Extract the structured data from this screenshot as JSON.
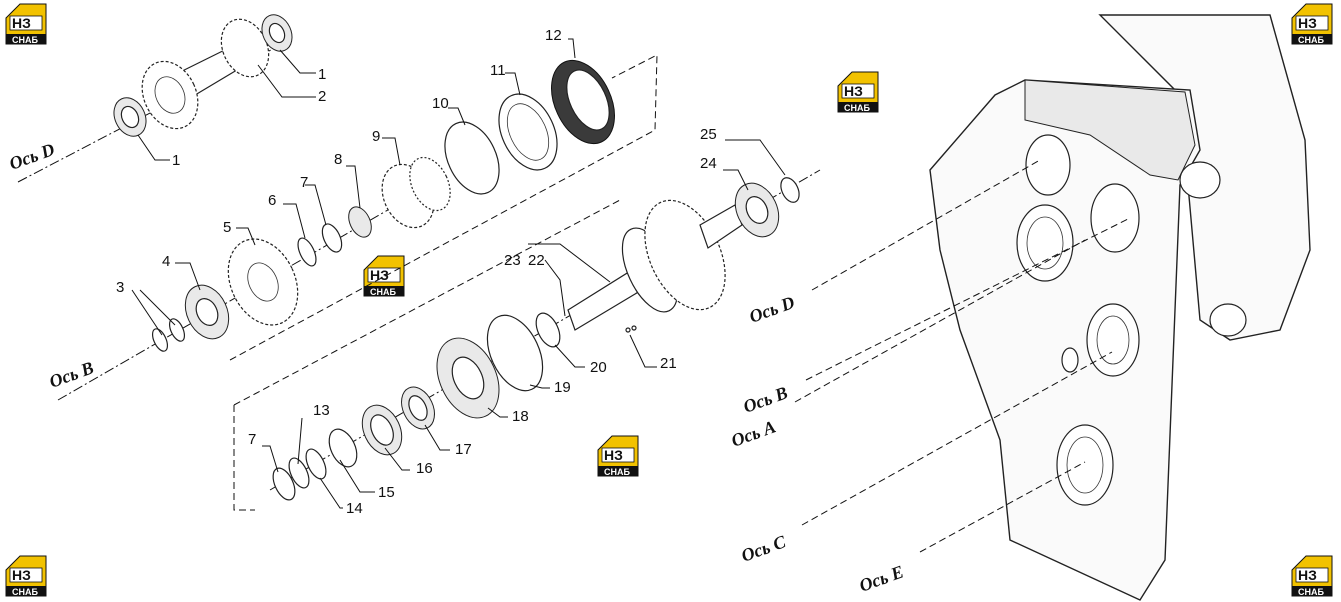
{
  "logo": {
    "mark": "НЗ",
    "sub": "СНАБ",
    "brand_color": "#f2c200"
  },
  "axes": {
    "d_left": "Ось D",
    "b_left": "Ось B",
    "d_right": "Ось D",
    "b_right": "Ось B",
    "a_right": "Ось A",
    "c_right": "Ось C",
    "e_right": "Ось E"
  },
  "callouts": {
    "n1a": "1",
    "n2": "2",
    "n1b": "1",
    "n3": "3",
    "n4": "4",
    "n5": "5",
    "n6": "6",
    "n7a": "7",
    "n8": "8",
    "n9": "9",
    "n10": "10",
    "n11": "11",
    "n12": "12",
    "n13": "13",
    "n7b": "7",
    "n14": "14",
    "n15": "15",
    "n16": "16",
    "n17": "17",
    "n18": "18",
    "n19": "19",
    "n20": "20",
    "n21": "21",
    "n22": "22",
    "n23": "23",
    "n24": "24",
    "n25": "25"
  },
  "icons": {
    "logo": "company-logo-icon"
  }
}
